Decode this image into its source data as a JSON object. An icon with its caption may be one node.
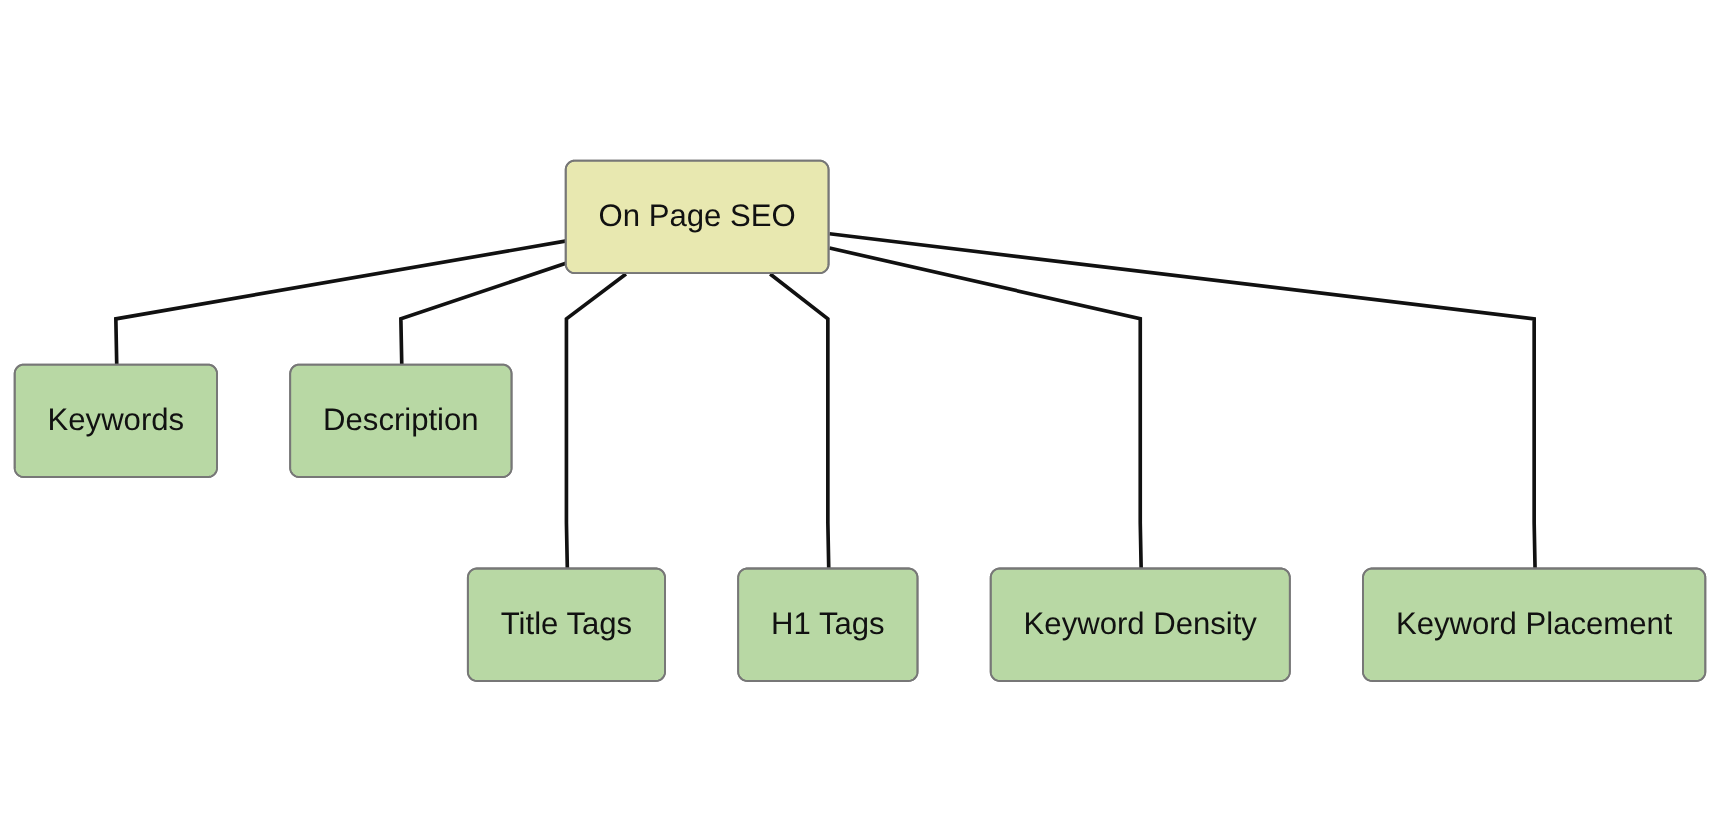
{
  "diagram": {
    "nodes": [
      {
        "text": [
          "On Page SEO"
        ]
      },
      {
        "text": [
          "Keywords"
        ]
      },
      {
        "text": [
          "Description"
        ]
      },
      {
        "text": [
          "Title Tags"
        ]
      },
      {
        "text": [
          "H1 Tags"
        ]
      },
      {
        "text": [
          "Keyword Density"
        ]
      },
      {
        "text": [
          "Keyword Placement"
        ]
      }
    ],
    "edges": [
      {
        "from": 0,
        "to": 1,
        "arrow": "none"
      },
      {
        "from": 0,
        "to": 3,
        "arrow": "none"
      },
      {
        "from": 0,
        "to": 4,
        "arrow": "none"
      },
      {
        "from": 0,
        "to": 5,
        "arrow": "none"
      },
      {
        "from": 0,
        "to": 2,
        "arrow": "none"
      },
      {
        "from": 0,
        "to": 6,
        "arrow": "none"
      }
    ]
  }
}
